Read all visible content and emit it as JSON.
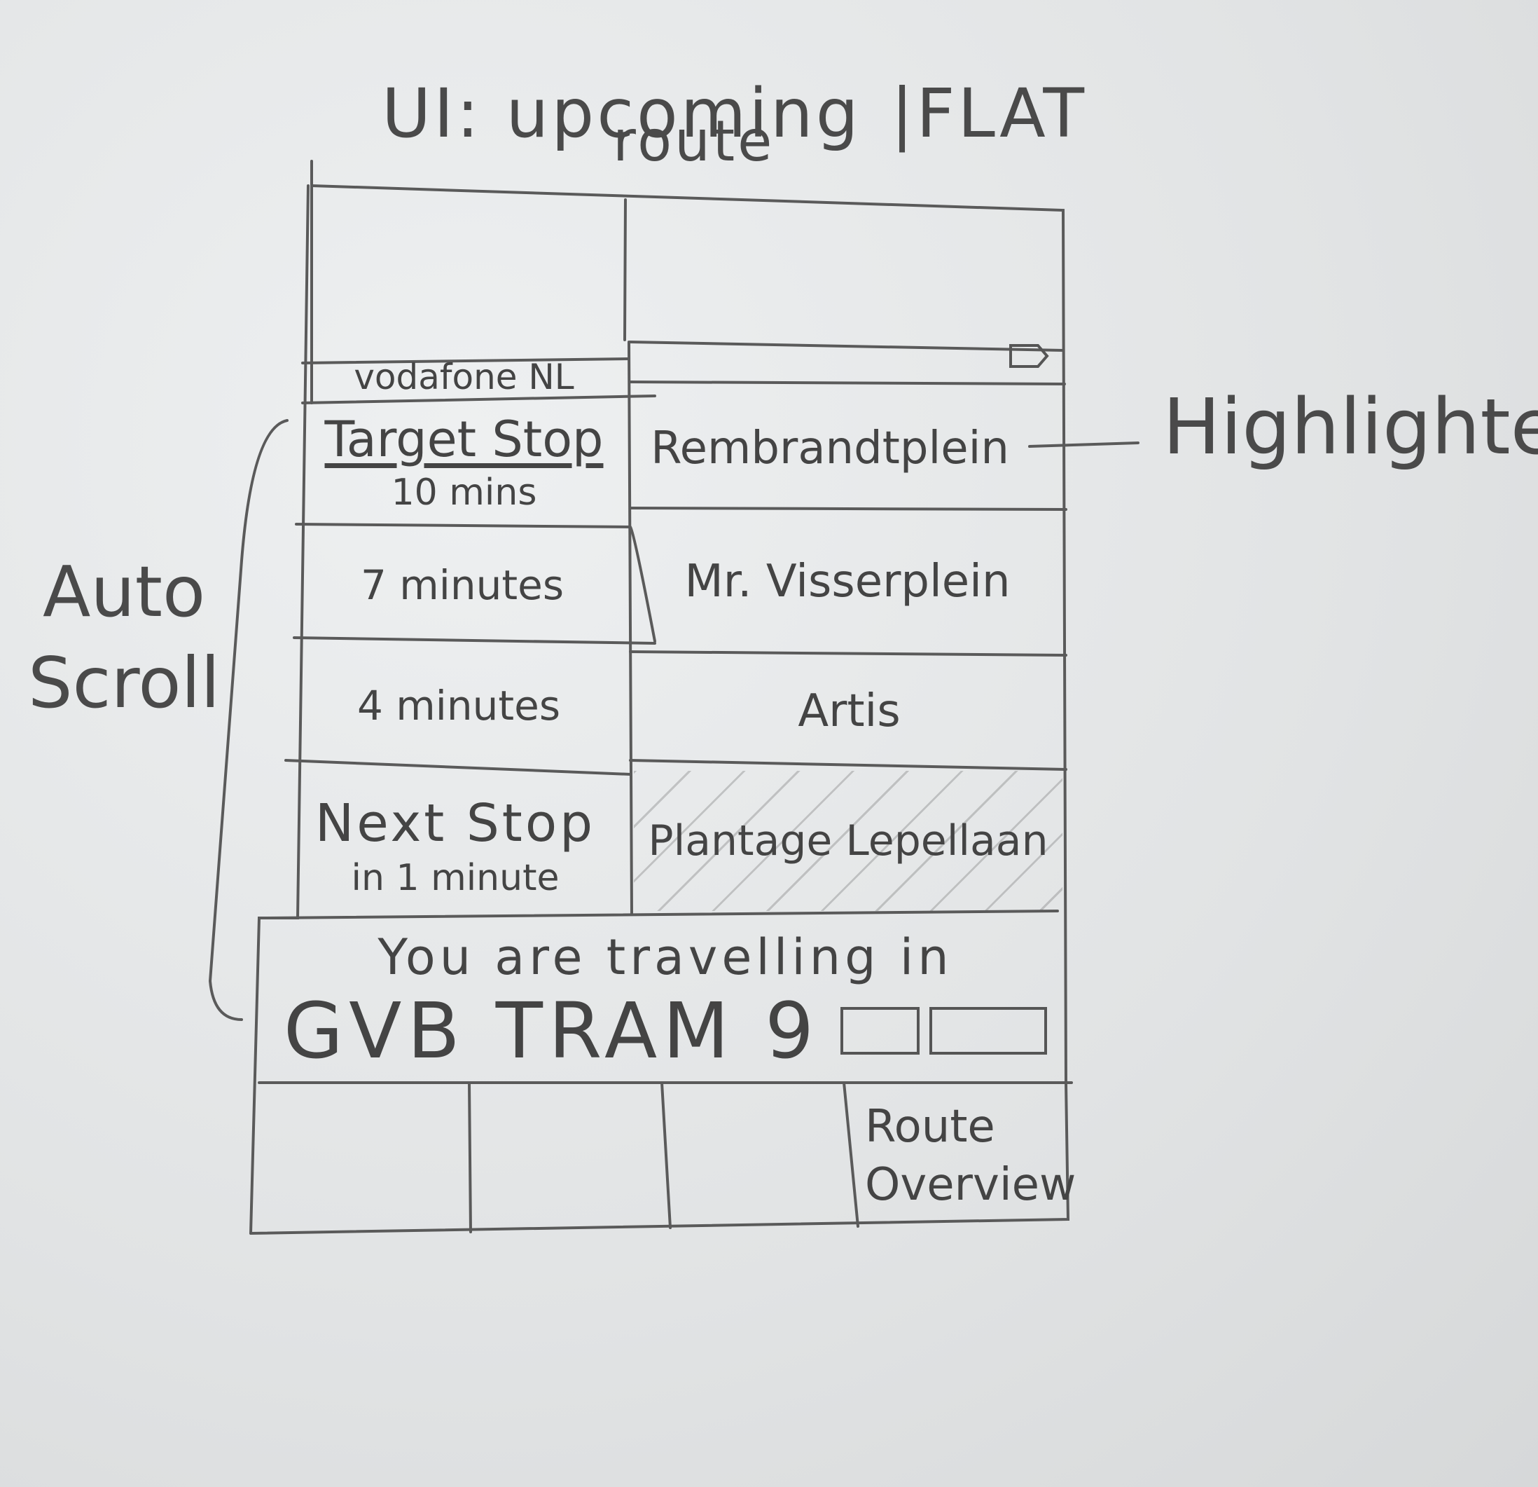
{
  "annotations": {
    "title_line1": "UI: upcoming",
    "title_line2": "route",
    "title_suffix": "|FLAT",
    "highlighted": "Highlighted",
    "auto_scroll_line1": "Auto",
    "auto_scroll_line2": "Scroll"
  },
  "status_bar": {
    "carrier": "vodafone NL",
    "battery_icon": "battery-icon"
  },
  "route_list": [
    {
      "time_title": "Target Stop",
      "time_sub": "10 mins",
      "stop": "Rembrandtplein",
      "highlighted": true
    },
    {
      "time_title": "7 minutes",
      "time_sub": "",
      "stop": "Mr. Visserplein",
      "highlighted": false
    },
    {
      "time_title": "4 minutes",
      "time_sub": "",
      "stop": "Artis",
      "highlighted": false
    },
    {
      "time_title": "Next Stop",
      "time_sub": "in 1 minute",
      "stop": "Plantage Lepellaan",
      "highlighted": false
    }
  ],
  "travel_info": {
    "line1": "You are travelling in",
    "line2": "GVB TRAM 9",
    "vehicle_icon": "tram-icon"
  },
  "tab_bar": {
    "tabs": [
      "",
      "",
      "",
      "Route Overview"
    ],
    "route_overview_line1": "Route",
    "route_overview_line2": "Overview"
  }
}
